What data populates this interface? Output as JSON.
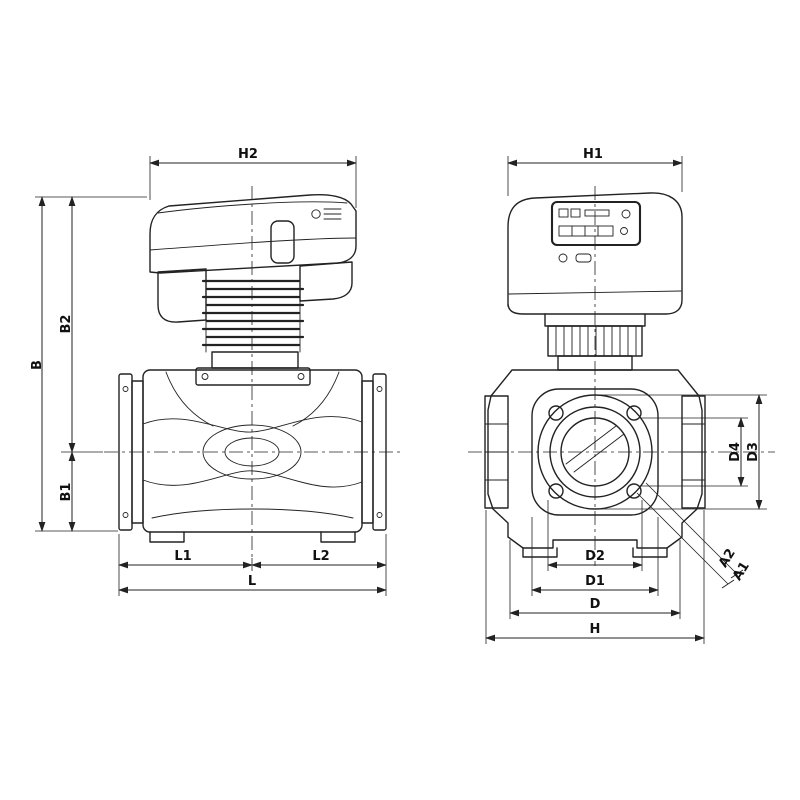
{
  "page": {
    "background": "#ffffff"
  },
  "drawing": {
    "line_color": "#222222",
    "type": "pump-dimensional-drawing",
    "dimension_labels": {
      "H2": "H2",
      "H1": "H1",
      "B": "B",
      "B2": "B2",
      "B1": "B1",
      "L1": "L1",
      "L2": "L2",
      "L": "L",
      "D2": "D2",
      "D1": "D1",
      "D": "D",
      "H": "H",
      "D4": "D4",
      "D3": "D3",
      "A2": "A2",
      "A1": "A1"
    }
  }
}
